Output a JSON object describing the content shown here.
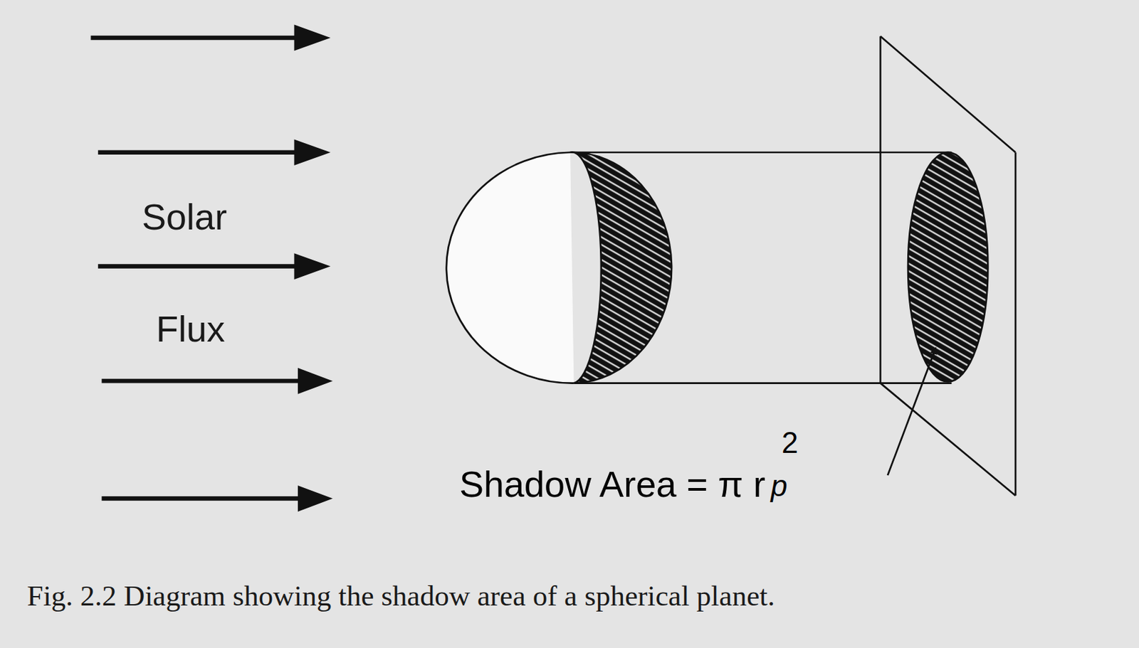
{
  "diagram": {
    "caption": "Fig. 2.2 Diagram showing the shadow area of a spherical planet.",
    "labels": [
      "Solar",
      "Flux",
      "Shadow Area = π r",
      "p",
      "2"
    ]
  }
}
